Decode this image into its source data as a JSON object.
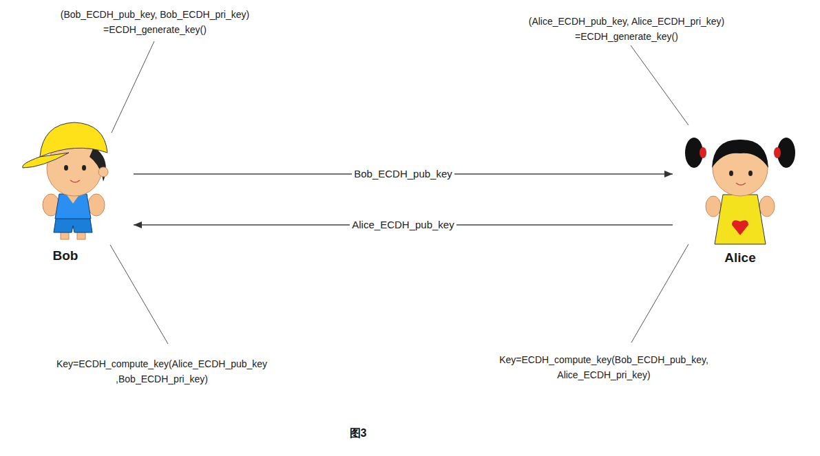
{
  "diagram": {
    "caption": "图3",
    "nodes": [
      {
        "text": [
          "Bob"
        ]
      },
      {
        "text": [
          "Alice"
        ]
      }
    ],
    "edges": [
      {
        "from": 0,
        "to": 1,
        "label": "Bob_ECDH_pub_key",
        "arrow": "to"
      },
      {
        "from": 1,
        "to": 0,
        "label": "Alice_ECDH_pub_key",
        "arrow": "to"
      }
    ],
    "labels": [
      "(Bob_ECDH_pub_key, Bob_ECDH_pri_key) =ECDH_generate_key()",
      "(Alice_ECDH_pub_key, Alice_ECDH_pri_key) =ECDH_generate_key()",
      "Key=ECDH_compute_key(Alice_ECDH_pub_key ,Bob_ECDH_pri_key)",
      "Key=ECDH_compute_key(Bob_ECDH_pub_key, Alice_ECDH_pri_key)"
    ]
  }
}
